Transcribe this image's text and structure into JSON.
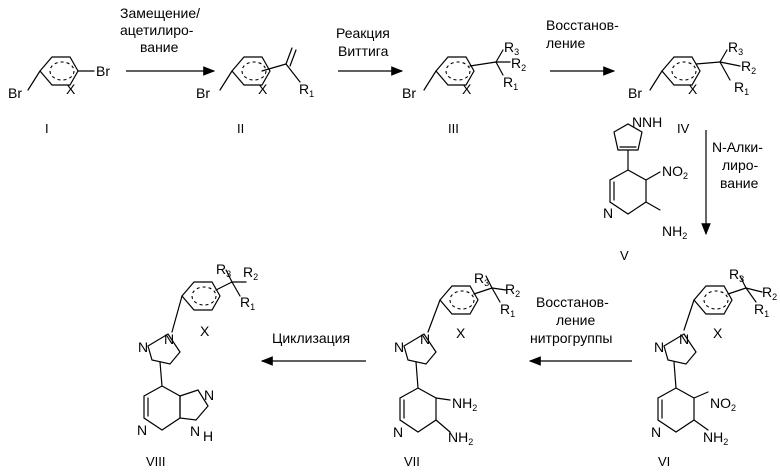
{
  "steps": {
    "s1": [
      "Замещение/",
      "ацетилиро-",
      "вание"
    ],
    "s2": [
      "Реакция",
      "Виттига"
    ],
    "s3": [
      "Восстанов-",
      "ление"
    ],
    "s4": [
      "N-Алки-",
      "лиро-",
      "вание"
    ],
    "s5": [
      "Восстанов-",
      "ление",
      "нитрогруппы"
    ],
    "s6": [
      "Циклизация"
    ]
  },
  "compounds": {
    "I": "I",
    "II": "II",
    "III": "III",
    "IV": "IV",
    "V": "V",
    "VI": "VI",
    "VII": "VII",
    "VIII": "VIII"
  },
  "atoms": {
    "Br": "Br",
    "X": "X",
    "O": "O",
    "R": "R",
    "N": "N",
    "NH": "NH",
    "H": "H",
    "NO": "NO",
    "two": "2",
    "one": "1",
    "three": "3"
  }
}
